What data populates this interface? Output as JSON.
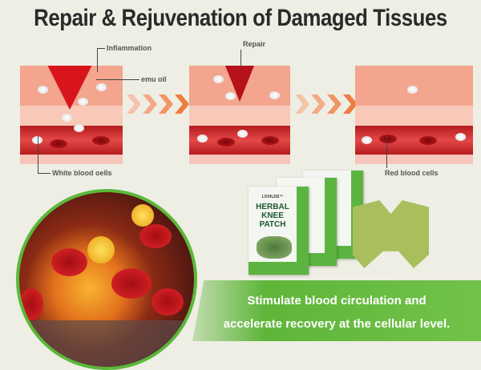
{
  "title": "Repair & Rejuvenation of Damaged Tissues",
  "labels": {
    "inflammation": "Inflammation",
    "emu_oil": "emu oil",
    "white_blood_cells": "White blood oells",
    "repair": "Repair",
    "red_blood_cells": "Red blood cells"
  },
  "product": {
    "brand": "LOVILDS™",
    "name": "HERBAL KNEE PATCH"
  },
  "banner": {
    "line1": "Stimulate blood circulation and",
    "line2": "accelerate recovery at the cellular level."
  },
  "colors": {
    "accent_green": "#5fb53a",
    "arrow_orange": "#f08a50"
  }
}
